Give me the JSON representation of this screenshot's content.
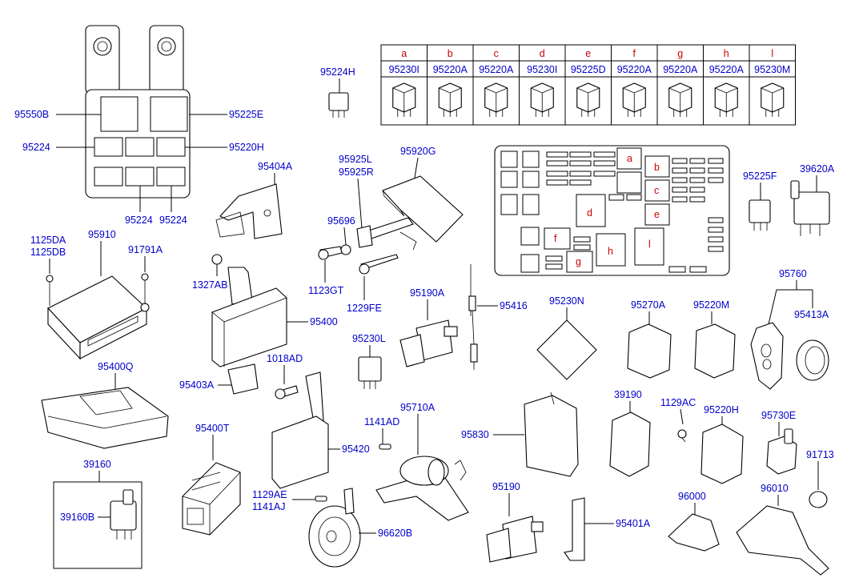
{
  "parts": {
    "p95550B": "95550B",
    "p95224_a": "95224",
    "p95225E": "95225E",
    "p95220H_a": "95220H",
    "p95224_b": "95224",
    "p95224_c": "95224",
    "p95224H": "95224H",
    "p95404A": "95404A",
    "p95925L": "95925L",
    "p95925R": "95925R",
    "p95920G": "95920G",
    "p95696": "95696",
    "p1123GT": "1123GT",
    "p1229FE": "1229FE",
    "p1125DA": "1125DA",
    "p1125DB": "1125DB",
    "p95910": "95910",
    "p91791A": "91791A",
    "p1327AB": "1327AB",
    "p95400": "95400",
    "p95403A": "95403A",
    "p1018AD": "1018AD",
    "p95400Q": "95400Q",
    "p95190A": "95190A",
    "p95416": "95416",
    "p95230L": "95230L",
    "p95225F": "95225F",
    "p39620A": "39620A",
    "p95230N": "95230N",
    "p95270A": "95270A",
    "p95220M": "95220M",
    "p95760": "95760",
    "p95413A": "95413A",
    "p39190": "39190",
    "p1129AC": "1129AC",
    "p95220H_b": "95220H",
    "p95730E": "95730E",
    "p91713": "91713",
    "p95400T": "95400T",
    "p95420": "95420",
    "p1141AD": "1141AD",
    "p95710A": "95710A",
    "p95830": "95830",
    "p39160": "39160",
    "p39160B": "39160B",
    "p1129AE": "1129AE",
    "p1141AJ": "1141AJ",
    "p96620B": "96620B",
    "p95190": "95190",
    "p95401A": "95401A",
    "p96000": "96000",
    "p96010": "96010"
  },
  "relay_table": [
    {
      "letter": "a",
      "part": "95230I"
    },
    {
      "letter": "b",
      "part": "95220A"
    },
    {
      "letter": "c",
      "part": "95220A"
    },
    {
      "letter": "d",
      "part": "95230I"
    },
    {
      "letter": "e",
      "part": "95225D"
    },
    {
      "letter": "f",
      "part": "95220A"
    },
    {
      "letter": "g",
      "part": "95220A"
    },
    {
      "letter": "h",
      "part": "95220A"
    },
    {
      "letter": "l",
      "part": "95230M"
    }
  ],
  "fuse_box": {
    "a": "a",
    "b": "b",
    "c": "c",
    "d": "d",
    "e": "e",
    "f": "f",
    "g": "g",
    "h": "h",
    "l": "l"
  },
  "colors": {
    "label": "#0000cc",
    "letter": "#cc0000",
    "line": "#000000"
  }
}
